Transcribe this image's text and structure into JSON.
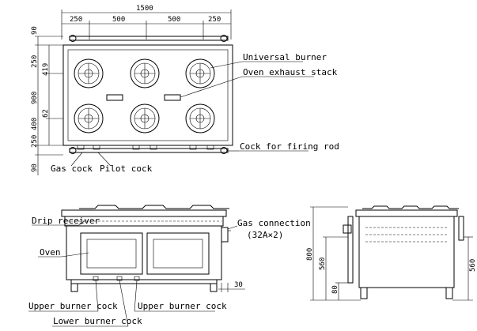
{
  "top_view": {
    "dims_top": {
      "overall": "1500",
      "seg1": "250",
      "seg2": "500",
      "seg3": "500",
      "seg4": "250"
    },
    "dims_left": {
      "top": "90",
      "d1": "250",
      "d2": "419",
      "d_total": "900",
      "d3": "400",
      "d4": "62",
      "d5": "250",
      "bottom": "90"
    },
    "labels": {
      "universal_burner": "Universal burner",
      "oven_exhaust_stack": "Oven exhaust stack",
      "cock_for_firing_rod": "Cock for firing rod",
      "gas_cock": "Gas cock",
      "pilot_cock": "Pilot cock"
    }
  },
  "front_view": {
    "labels": {
      "drip_receiver": "Drip receiver",
      "oven": "Oven",
      "gas_connection": "Gas connection",
      "gas_connection_spec": "(32A×2)",
      "upper_burner_cock_left": "Upper burner cock",
      "upper_burner_cock_right": "Upper burner cock",
      "lower_burner_cock": "Lower burner cock"
    },
    "dims": {
      "right_offset": "30"
    }
  },
  "side_view": {
    "dims": {
      "height": "800",
      "inner": "560",
      "bottom": "80",
      "right": "560"
    }
  }
}
